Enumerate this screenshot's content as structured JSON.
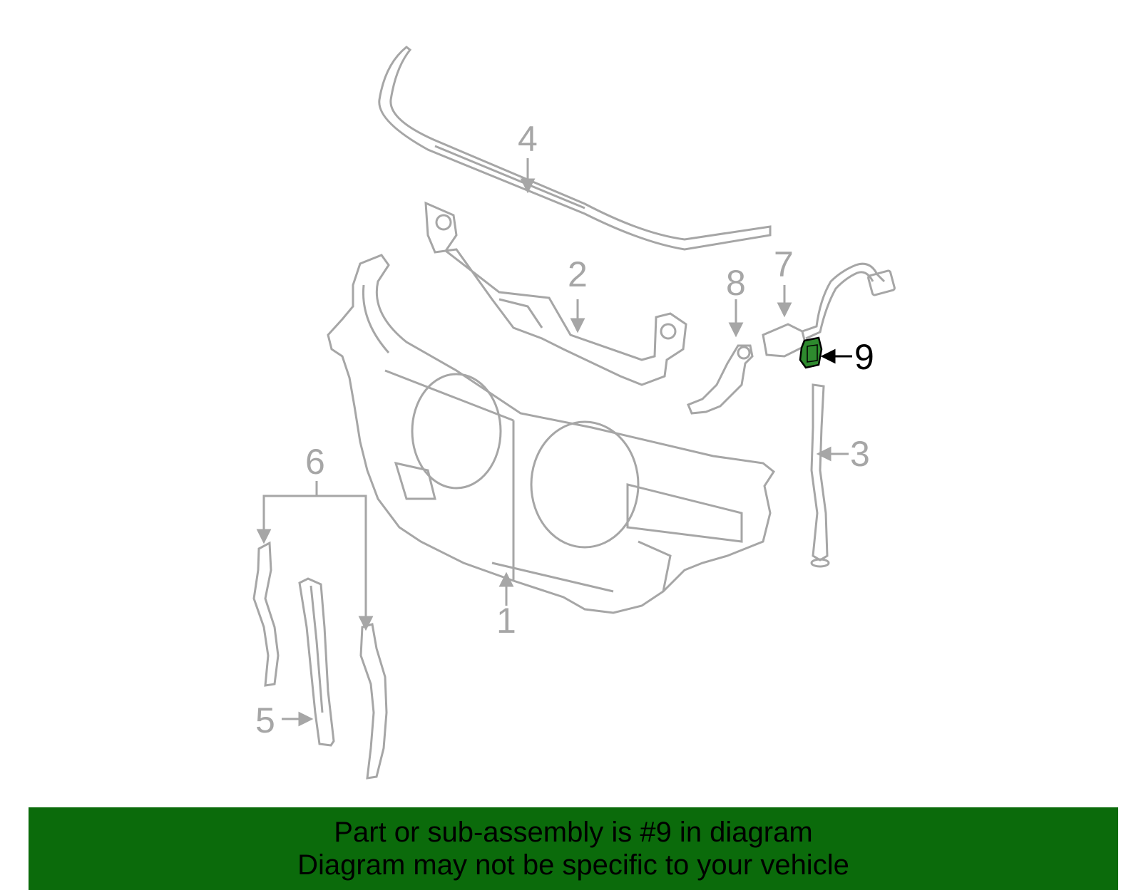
{
  "diagram": {
    "callouts": [
      "1",
      "2",
      "3",
      "4",
      "5",
      "6",
      "7",
      "8",
      "9"
    ],
    "highlighted_callout": "9"
  },
  "banner": {
    "line1": "Part or sub-assembly is #9 in diagram",
    "line2": "Diagram may not be specific to your vehicle"
  },
  "colors": {
    "line_art": "#a6a6a6",
    "highlight_fill": "#2e8a2e",
    "banner_bg": "#0b6b0b",
    "banner_text": "#000000",
    "callout_gray": "#a6a6a6",
    "callout_active": "#000000"
  }
}
